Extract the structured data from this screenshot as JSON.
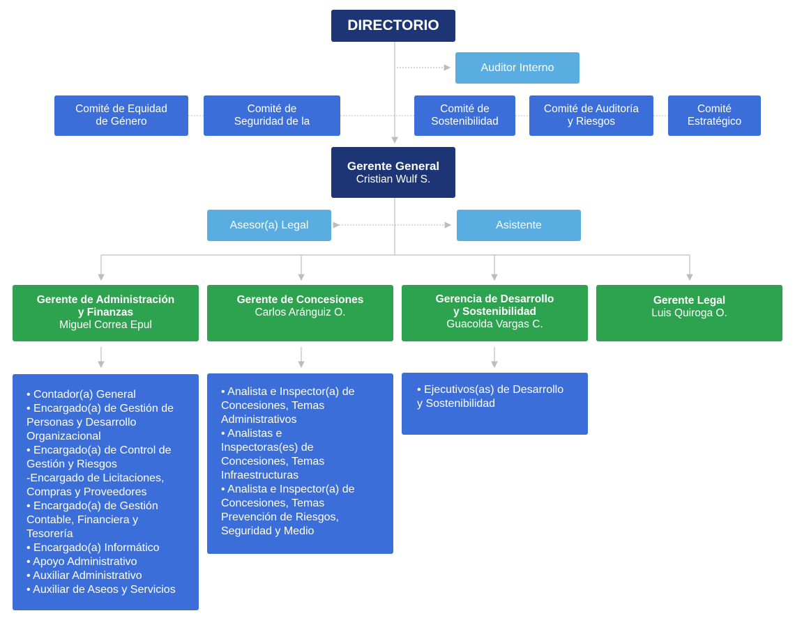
{
  "directorio": "DIRECTORIO",
  "auditor": "Auditor Interno",
  "committees": [
    "Comité de Equidad\nde Género",
    "Comité de\nSeguridad de la",
    "Comité de\nSostenibilidad",
    "Comité de Auditoría\ny Riesgos",
    "Comité\nEstratégico"
  ],
  "gerente_general": {
    "title": "Gerente General",
    "name": "Cristian Wulf S."
  },
  "asesor": "Asesor(a) Legal",
  "asistente": "Asistente",
  "managers": [
    {
      "title": "Gerente de  Administración\ny Finanzas",
      "name": "Miguel Correa Epul"
    },
    {
      "title": "Gerente de Concesiones",
      "name": "Carlos Aránguiz O."
    },
    {
      "title": "Gerencia de Desarrollo\ny Sostenibilidad",
      "name": "Guacolda Vargas C."
    },
    {
      "title": "Gerente Legal",
      "name": "Luis Quiroga O."
    }
  ],
  "lists": {
    "admin": [
      "• Contador(a) General",
      "• Encargado(a) de Gestión de",
      "Personas y Desarrollo",
      "Organizacional",
      "• Encargado(a) de Control de",
      "Gestión y Riesgos",
      "-Encargado de Licitaciones,",
      "Compras y Proveedores",
      "• Encargado(a) de Gestión",
      "Contable, Financiera y",
      "Tesorería",
      "• Encargado(a) Informático",
      "• Apoyo Administrativo",
      "• Auxiliar Administrativo",
      "• Auxiliar de Aseos y Servicios"
    ],
    "concesiones": [
      "• Analista e Inspector(a) de",
      "Concesiones, Temas",
      "Administrativos",
      "• Analistas e",
      "Inspectoras(es) de",
      "Concesiones, Temas",
      "Infraestructuras",
      "• Analista e Inspector(a) de",
      "Concesiones, Temas",
      "Prevención de Riesgos,",
      "Seguridad y Medio"
    ],
    "desarrollo": [
      "• Ejecutivos(as) de Desarrollo",
      "y Sostenibilidad"
    ]
  },
  "colors": {
    "navy": "#1e3575",
    "blue": "#3b6ed8",
    "light_blue": "#5aade0",
    "green": "#2ea34f",
    "connector": "#bdbdbd"
  }
}
